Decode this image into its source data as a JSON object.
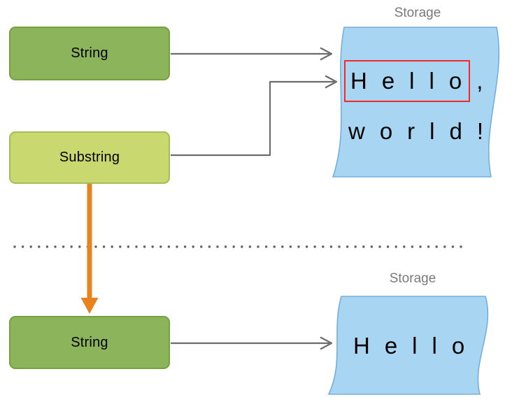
{
  "top": {
    "string_box_label": "String",
    "substring_box_label": "Substring",
    "storage_label": "Storage",
    "storage_line1_word": "Hello",
    "storage_line1_punct": ",",
    "storage_line2_word": "world",
    "storage_line2_punct": "!"
  },
  "bottom": {
    "string_box_label": "String",
    "storage_label": "Storage",
    "storage_line1_word": "Hello"
  },
  "colors": {
    "green_box_fill": "#8cb45a",
    "green_box_border": "#74a13c",
    "lightgreen_box_fill": "#c9d96f",
    "lightgreen_box_border": "#a4bd55",
    "storage_fill": "#a8d6f2",
    "storage_border": "#74aede",
    "arrow_gray": "#6c6c6c",
    "arrow_orange": "#e8821f",
    "highlight_red": "#f42a2a",
    "storage_label_gray": "#7a7a7a",
    "divider_dot_gray": "#5f5f5f"
  }
}
